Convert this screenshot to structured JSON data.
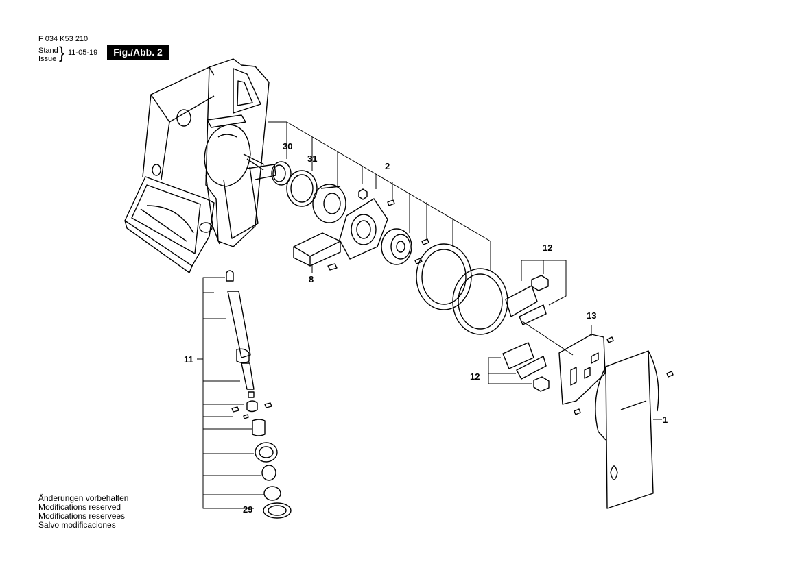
{
  "header": {
    "part_number": "F 034 K53 210",
    "stand_label": "Stand",
    "issue_label": "Issue",
    "issue_date": "11-05-19",
    "figure_label": "Fig./Abb. 2"
  },
  "footer_notes": [
    "Änderungen vorbehalten",
    "Modifications reserved",
    "Modifications reservees",
    "Salvo modificaciones"
  ],
  "callouts": {
    "c30": "30",
    "c31": "31",
    "c2": "2",
    "c8": "8",
    "c12a": "12",
    "c12b": "12",
    "c13": "13",
    "c1": "1",
    "c11": "11",
    "c29": "29"
  }
}
